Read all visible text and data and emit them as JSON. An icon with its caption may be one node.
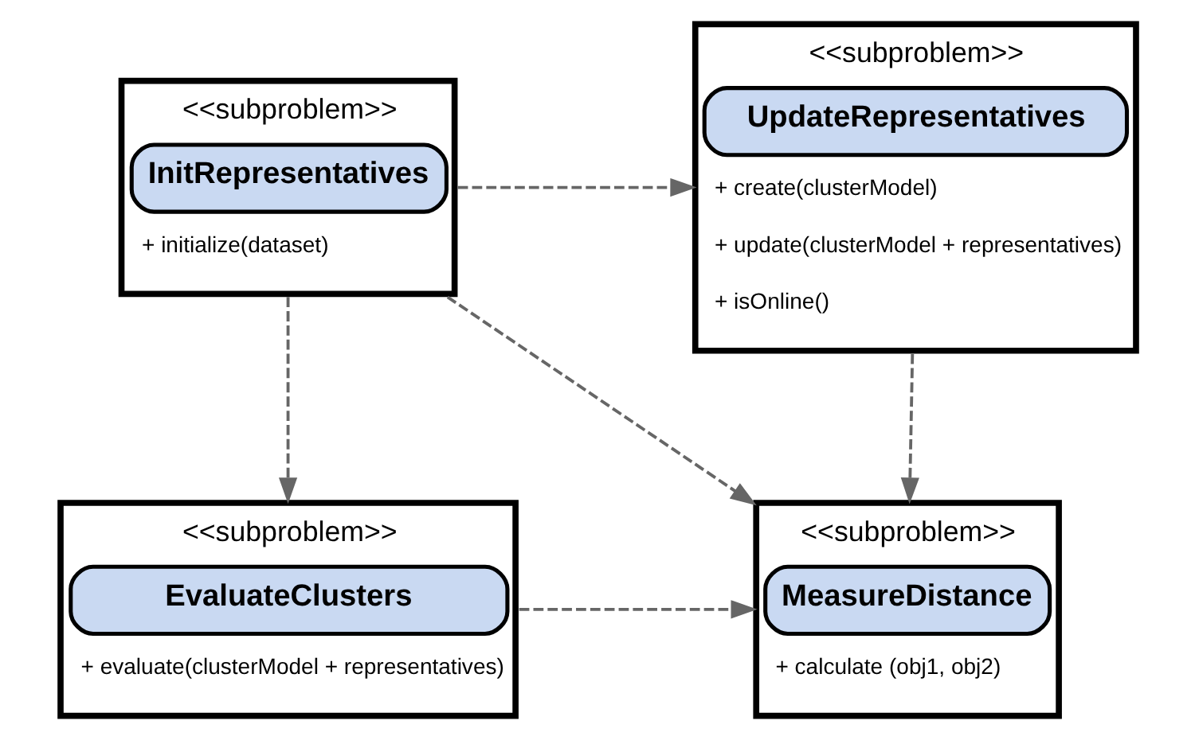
{
  "diagram": {
    "nodes": [
      {
        "text": [
          "<<subproblem>>",
          "InitRepresentatives",
          "+ initialize(dataset)"
        ]
      },
      {
        "text": [
          "<<subproblem>>",
          "UpdateRepresentatives",
          "+ create(clusterModel)",
          "+ update(clusterModel + representatives)",
          "+ isOnline()"
        ]
      },
      {
        "text": [
          "<<subproblem>>",
          "EvaluateClusters",
          "+ evaluate(clusterModel + representatives)"
        ]
      },
      {
        "text": [
          "<<subproblem>>",
          "MeasureDistance",
          "+ calculate (obj1, obj2)"
        ]
      }
    ],
    "edges": [
      {
        "from": 0,
        "to": 1,
        "arrow": "to",
        "style": "dashed"
      },
      {
        "from": 0,
        "to": 3,
        "arrow": "to",
        "style": "dashed"
      },
      {
        "from": 0,
        "to": 2,
        "arrow": "to",
        "style": "dashed"
      },
      {
        "from": 1,
        "to": 3,
        "arrow": "to",
        "style": "dashed"
      },
      {
        "from": 2,
        "to": 3,
        "arrow": "to",
        "style": "dashed"
      }
    ]
  }
}
